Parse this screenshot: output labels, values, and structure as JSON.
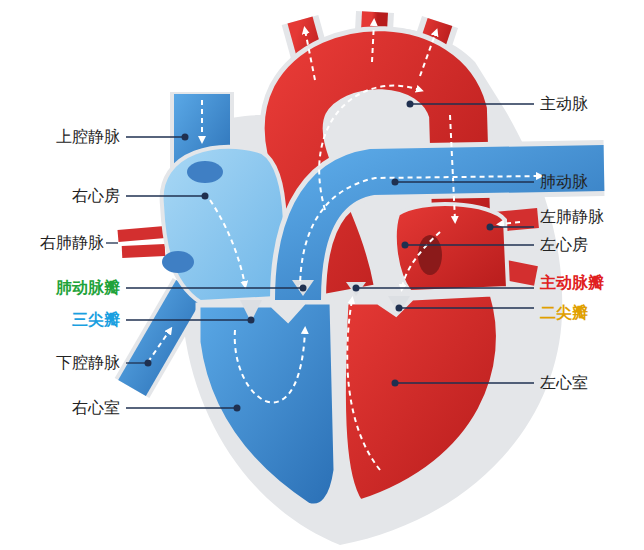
{
  "diagram": {
    "labels": [
      "上腔静脉",
      "右心房",
      "右肺静脉",
      "肺动脉瓣",
      "三尖瓣",
      "下腔静脉",
      "右心室",
      "主动脉",
      "肺动脉",
      "左肺静脉",
      "左心房",
      "主动脉瓣",
      "二尖瓣",
      "左心室"
    ]
  }
}
